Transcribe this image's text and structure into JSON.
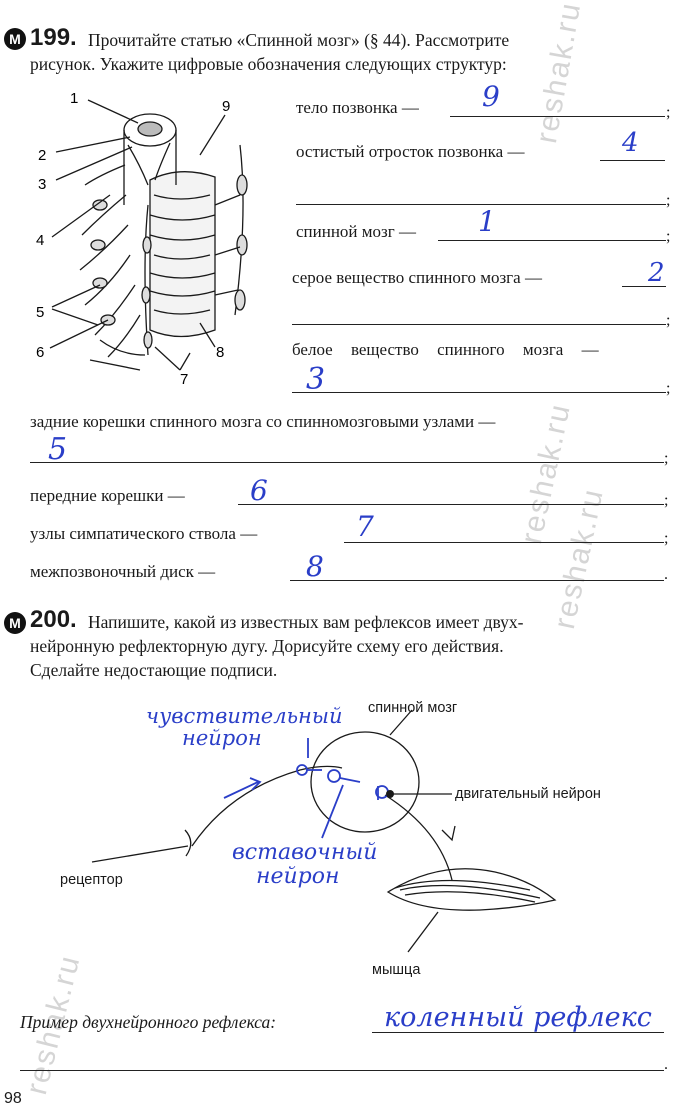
{
  "task199": {
    "number": "199.",
    "text_line1": "Прочитайте статью «Спинной мозг» (§ 44). Рассмотрите",
    "text_line2": "рисунок. Укажите цифровые обозначения следующих структур:",
    "figure_numbers": [
      "1",
      "2",
      "3",
      "4",
      "5",
      "6",
      "7",
      "8",
      "9"
    ],
    "rows": [
      {
        "label": "тело позвонка —",
        "answer": "9"
      },
      {
        "label": "остистый отросток позвонка —",
        "answer": "4"
      },
      {
        "label": "спинной мозг —",
        "answer": "1"
      },
      {
        "label": "серое вещество спинного мозга —",
        "answer": "2"
      },
      {
        "label": "белое вещество спинного мозга —",
        "answer": "3"
      },
      {
        "label": "задние корешки спинного мозга со спинномозговыми узлами —",
        "answer": "5"
      },
      {
        "label": "передние корешки —",
        "answer": "6"
      },
      {
        "label": "узлы симпатического ствола —",
        "answer": "7"
      },
      {
        "label": "межпозвоночный диск —",
        "answer": "8"
      }
    ]
  },
  "task200": {
    "number": "200.",
    "text_line1": "Напишите, какой из известных вам рефлексов имеет двух-",
    "text_line2": "нейронную рефлекторную дугу. Дорисуйте схему его действия.",
    "text_line3": "Сделайте недостающие подписи.",
    "labels": {
      "spinal_cord": "спинной мозг",
      "motor_neuron": "двигательный нейрон",
      "receptor": "рецептор",
      "muscle": "мышца"
    },
    "handwritten": {
      "sensory_1": "чувствительный",
      "sensory_2": "нейрон",
      "inter_1": "вставочный",
      "inter_2": "нейрон"
    },
    "example_label": "Пример двухнейронного рефлекса:",
    "example_answer": "коленный рефлекс"
  },
  "page_number": "98",
  "watermark": "reshak.ru",
  "colors": {
    "ink": "#1a1a1a",
    "handwriting": "#2a3ec8",
    "watermark": "#c8c8c8"
  }
}
